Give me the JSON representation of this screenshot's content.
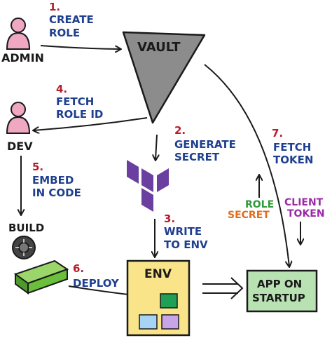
{
  "colors": {
    "step_number": "#b51d2a",
    "label": "#1f3f8f",
    "ink": "#1a1a1a",
    "person": "#f0a7c2",
    "vault_fill": "#8c8c8c",
    "terraform": "#6b3fa0",
    "env_box": "#f9e48a",
    "app_box": "#b9e2b3",
    "role_text": "#2f9a3a",
    "secret_text": "#e36b1a",
    "client_token_text": "#9b2aa8",
    "container_green": "#6bbf3a",
    "tile_blue": "#a7d3f5",
    "tile_purple": "#c9a4e8",
    "tile_green": "#1fa055"
  },
  "actors": {
    "admin": "ADMIN",
    "dev": "DEV",
    "build": "BUILD"
  },
  "vault_label": "VAULT",
  "env_label": "ENV",
  "app_label": [
    "APP ON",
    "STARTUP"
  ],
  "icons": [
    "person-icon",
    "vault-triangle-icon",
    "terraform-icon",
    "build-gear-icon",
    "container-icon"
  ],
  "steps": [
    {
      "num": "1.",
      "lines": [
        "CREATE",
        "ROLE"
      ]
    },
    {
      "num": "2.",
      "lines": [
        "GENERATE",
        "SECRET"
      ]
    },
    {
      "num": "3.",
      "lines": [
        "WRITE",
        "TO ENV"
      ]
    },
    {
      "num": "4.",
      "lines": [
        "FETCH",
        "ROLE ID"
      ]
    },
    {
      "num": "5.",
      "lines": [
        "EMBED",
        "IN CODE"
      ]
    },
    {
      "num": "6.",
      "lines": [
        "DEPLOY"
      ]
    },
    {
      "num": "7.",
      "lines": [
        "FETCH",
        "TOKEN"
      ]
    }
  ],
  "role_secret": [
    "ROLE",
    "SECRET"
  ],
  "client_token": [
    "CLIENT",
    "TOKEN"
  ]
}
